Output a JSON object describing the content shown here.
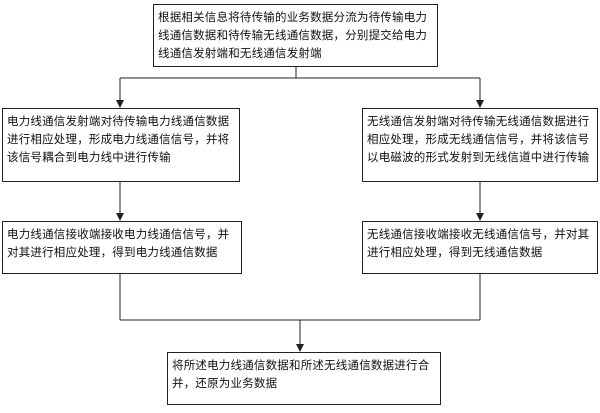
{
  "nodes": {
    "top": "根据相关信息将待传输的业务数据分流为待传输电力线通信数据和待传输无线通信数据，分别提交给电力线通信发射端和无线通信发射端",
    "left1": "电力线通信发射端对待传输电力线通信数据进行相应处理，形成电力线通信信号，并将该信号耦合到电力线中进行传输",
    "right1": "无线通信发射端对待传输无线通信数据进行相应处理，形成无线通信信号，并将该信号以电磁波的形式发射到无线信道中进行传输",
    "left2": "电力线通信接收端接收电力线通信信号，并对其进行相应处理，得到电力线通信数据",
    "right2": "无线通信接收端接收无线通信信号，并对其进行相应处理，得到无线通信数据",
    "bottom": "将所述电力线通信数据和所述无线通信数据进行合并，还原为业务数据"
  }
}
